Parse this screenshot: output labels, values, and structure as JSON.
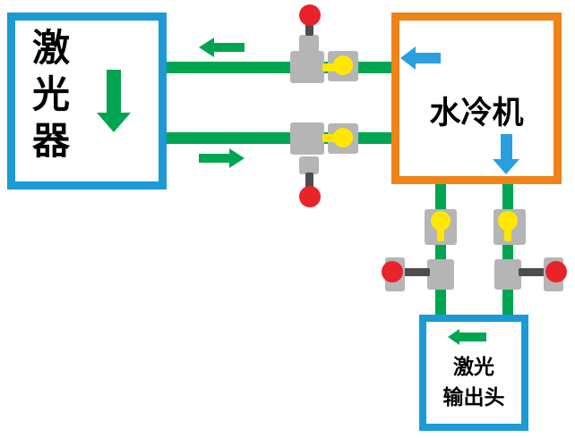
{
  "boxes": {
    "laser": {
      "label": "激\n光\n器"
    },
    "chiller": {
      "label": "水冷机"
    },
    "output_head": {
      "label": "激光\n输出头"
    }
  },
  "flow_arrows": {
    "top_pipe_direction": "left",
    "middle_pipe_direction": "right",
    "laser_internal_direction": "down",
    "chiller_inlet_direction": "left",
    "chiller_outlet_direction": "down",
    "output_head_inlet_direction": "left"
  },
  "colors": {
    "pipe_green": "#00a551",
    "laser_box_border": "#1b9ad6",
    "chiller_box_border": "#ef8318",
    "output_box_border": "#1b9ad6",
    "valve_body_gray": "#b5b5b5",
    "valve_ball_yellow": "#ffe800",
    "valve_knob_red": "#e8232a",
    "valve_stem_dark": "#4d4d4f",
    "flow_arrow_green": "#00a551",
    "chiller_arrow_blue": "#2a9fe0",
    "background": "#ffffff"
  }
}
